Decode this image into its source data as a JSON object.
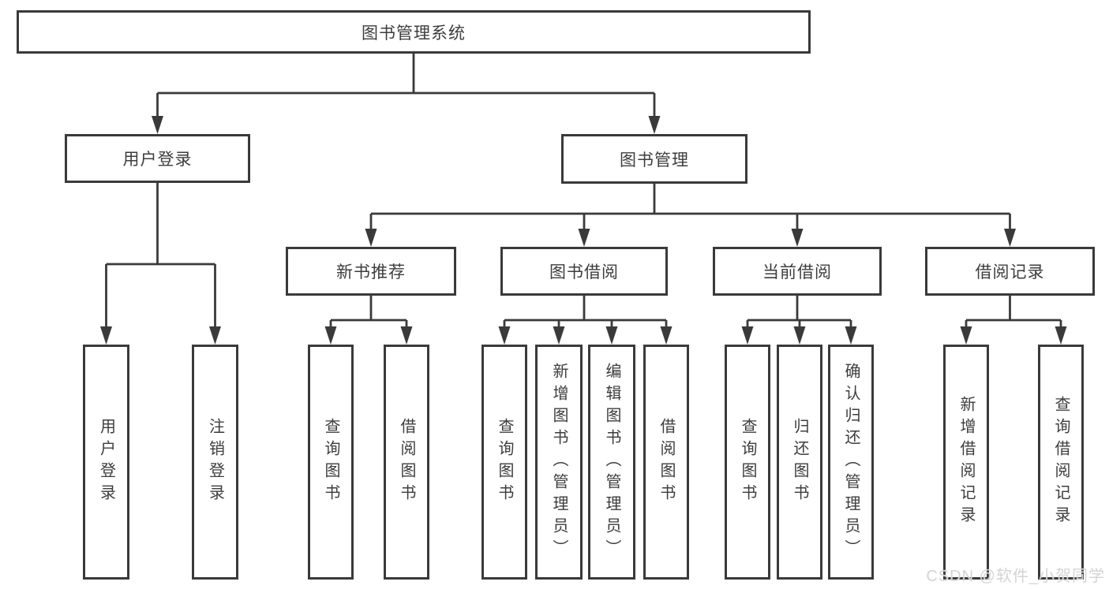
{
  "diagram": {
    "root": "图书管理系统",
    "level2": [
      {
        "label": "用户登录"
      },
      {
        "label": "图书管理"
      }
    ],
    "level3": [
      {
        "label": "新书推荐"
      },
      {
        "label": "图书借阅"
      },
      {
        "label": "当前借阅"
      },
      {
        "label": "借阅记录"
      }
    ],
    "leaves": {
      "user_login": [
        "用户登录",
        "注销登录"
      ],
      "new_books": [
        "查询图书",
        "借阅图书"
      ],
      "book_borrowing": [
        "查询图书",
        "新增图书（管理员）",
        "编辑图书（管理员）",
        "借阅图书"
      ],
      "current_borrowing": [
        "查询图书",
        "归还图书",
        "确认归还（管理员）"
      ],
      "borrow_records": [
        "新增借阅记录",
        "查询借阅记录"
      ]
    }
  },
  "watermark": "CSDN @软件_小贺同学",
  "colors": {
    "line": "#3a3a3a",
    "text": "#3d3d3d",
    "watermark": "#d4d4d4"
  }
}
